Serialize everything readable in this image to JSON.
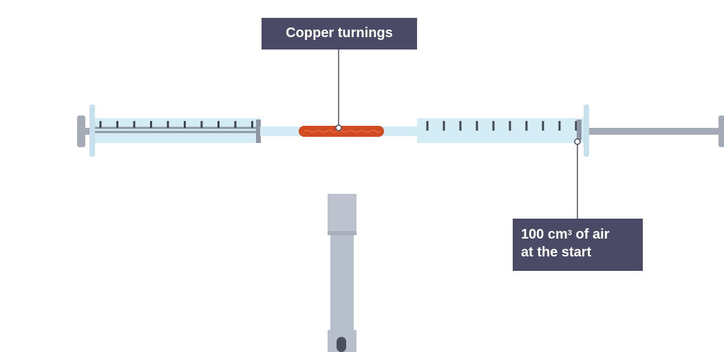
{
  "labels": {
    "copper": "Copper turnings",
    "air_line1_pre": "100 cm",
    "air_line1_sup": "3",
    "air_line1_post": " of air",
    "air_line2": "at the start"
  },
  "colors": {
    "label_bg": "#4a4a66",
    "label_text": "#ffffff",
    "syringe_body": "#d3ecf6",
    "syringe_outline": "#9aa1ad",
    "plunger": "#a4abb7",
    "copper": "#d04a22",
    "burner": "#b7bfcc"
  }
}
